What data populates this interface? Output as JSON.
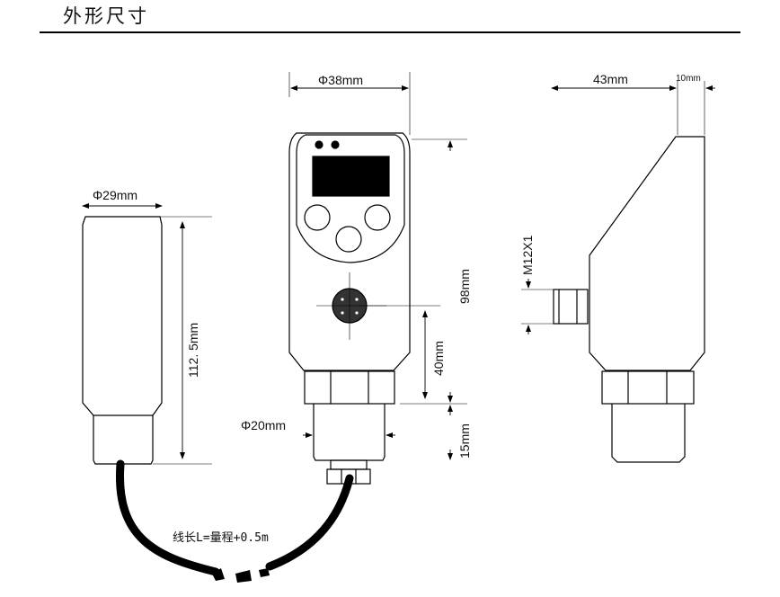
{
  "header": {
    "title": "外形尺寸"
  },
  "dimensions": {
    "d38": "Φ38mm",
    "d29": "Φ29mm",
    "h112": "112. 5mm",
    "h98": "98mm",
    "h40": "40mm",
    "d20": "Φ20mm",
    "h15": "15mm",
    "w43": "43mm",
    "w10": "10mm",
    "thread": "M12X1"
  },
  "notes": {
    "cable": "线长L=量程+0.5m"
  }
}
